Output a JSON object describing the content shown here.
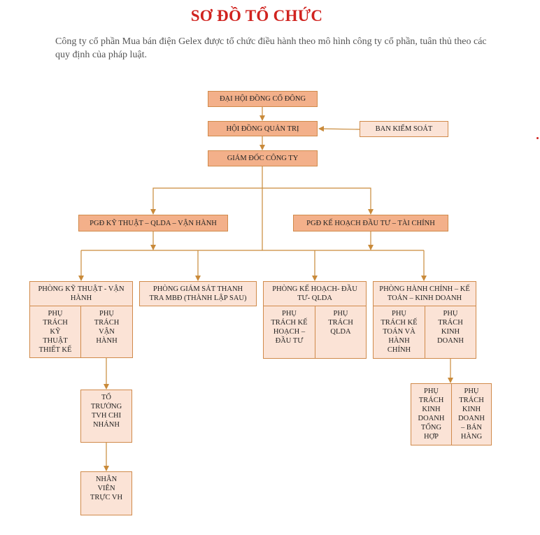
{
  "title": "SƠ ĐỒ TỔ CHỨC",
  "intro": "Công ty cổ phần Mua bán điện Gelex được tổ chức điều hành theo mô hình công ty cổ phần, tuân thủ theo các quy định của pháp luật.",
  "colors": {
    "title": "#d0231f",
    "box_dark": "#f3b08a",
    "box_light": "#fbe3d6",
    "border": "#d08a4a",
    "line": "#c98a3a"
  },
  "org": {
    "dhdcd": "ĐẠI HỘI ĐỒNG CỔ ĐÔNG",
    "hdqt": "HỘI ĐỒNG QUẢN TRỊ",
    "bks": "BAN KIỂM SOÁT",
    "gd": "GIÁM ĐỐC CÔNG TY",
    "pgd_kt": "PGĐ KỸ THUẬT – QLDA – VẬN HÀNH",
    "pgd_kh": "PGĐ KẾ HOẠCH ĐẦU TƯ – TÀI CHÍNH",
    "p_kt": "PHÒNG KỸ THUẬT - VẬN HÀNH",
    "p_kt_sub1": "PHỤ TRÁCH KỸ THUẬT THIẾT KẾ",
    "p_kt_sub2": "PHỤ TRÁCH VẬN HÀNH",
    "p_gs": "PHÒNG GIÁM SÁT THANH TRA MBĐ (THÀNH LẬP SAU)",
    "p_kh": "PHÒNG KẾ HOẠCH- ĐẦU TƯ- QLDA",
    "p_kh_sub1": "PHỤ TRÁCH KẾ HOẠCH – ĐẦU TƯ",
    "p_kh_sub2": "PHỤ TRÁCH QLDA",
    "p_hc": "PHÒNG HÀNH CHÍNH – KẾ TOÁN – KINH DOANH",
    "p_hc_sub1": "PHỤ TRÁCH KẾ TOÁN VÀ HÀNH CHÍNH",
    "p_hc_sub2": "PHỤ TRÁCH KINH DOANH",
    "kd_sub1": "PHỤ TRÁCH KINH DOANH TỔNG HỢP",
    "kd_sub2": "PHỤ TRÁCH KINH DOANH – BÁN HÀNG",
    "tt_tvh": "TỔ TRƯỞNG TVH CHI NHÁNH",
    "nv_tvh": "NHÂN VIÊN TRỰC VH"
  }
}
